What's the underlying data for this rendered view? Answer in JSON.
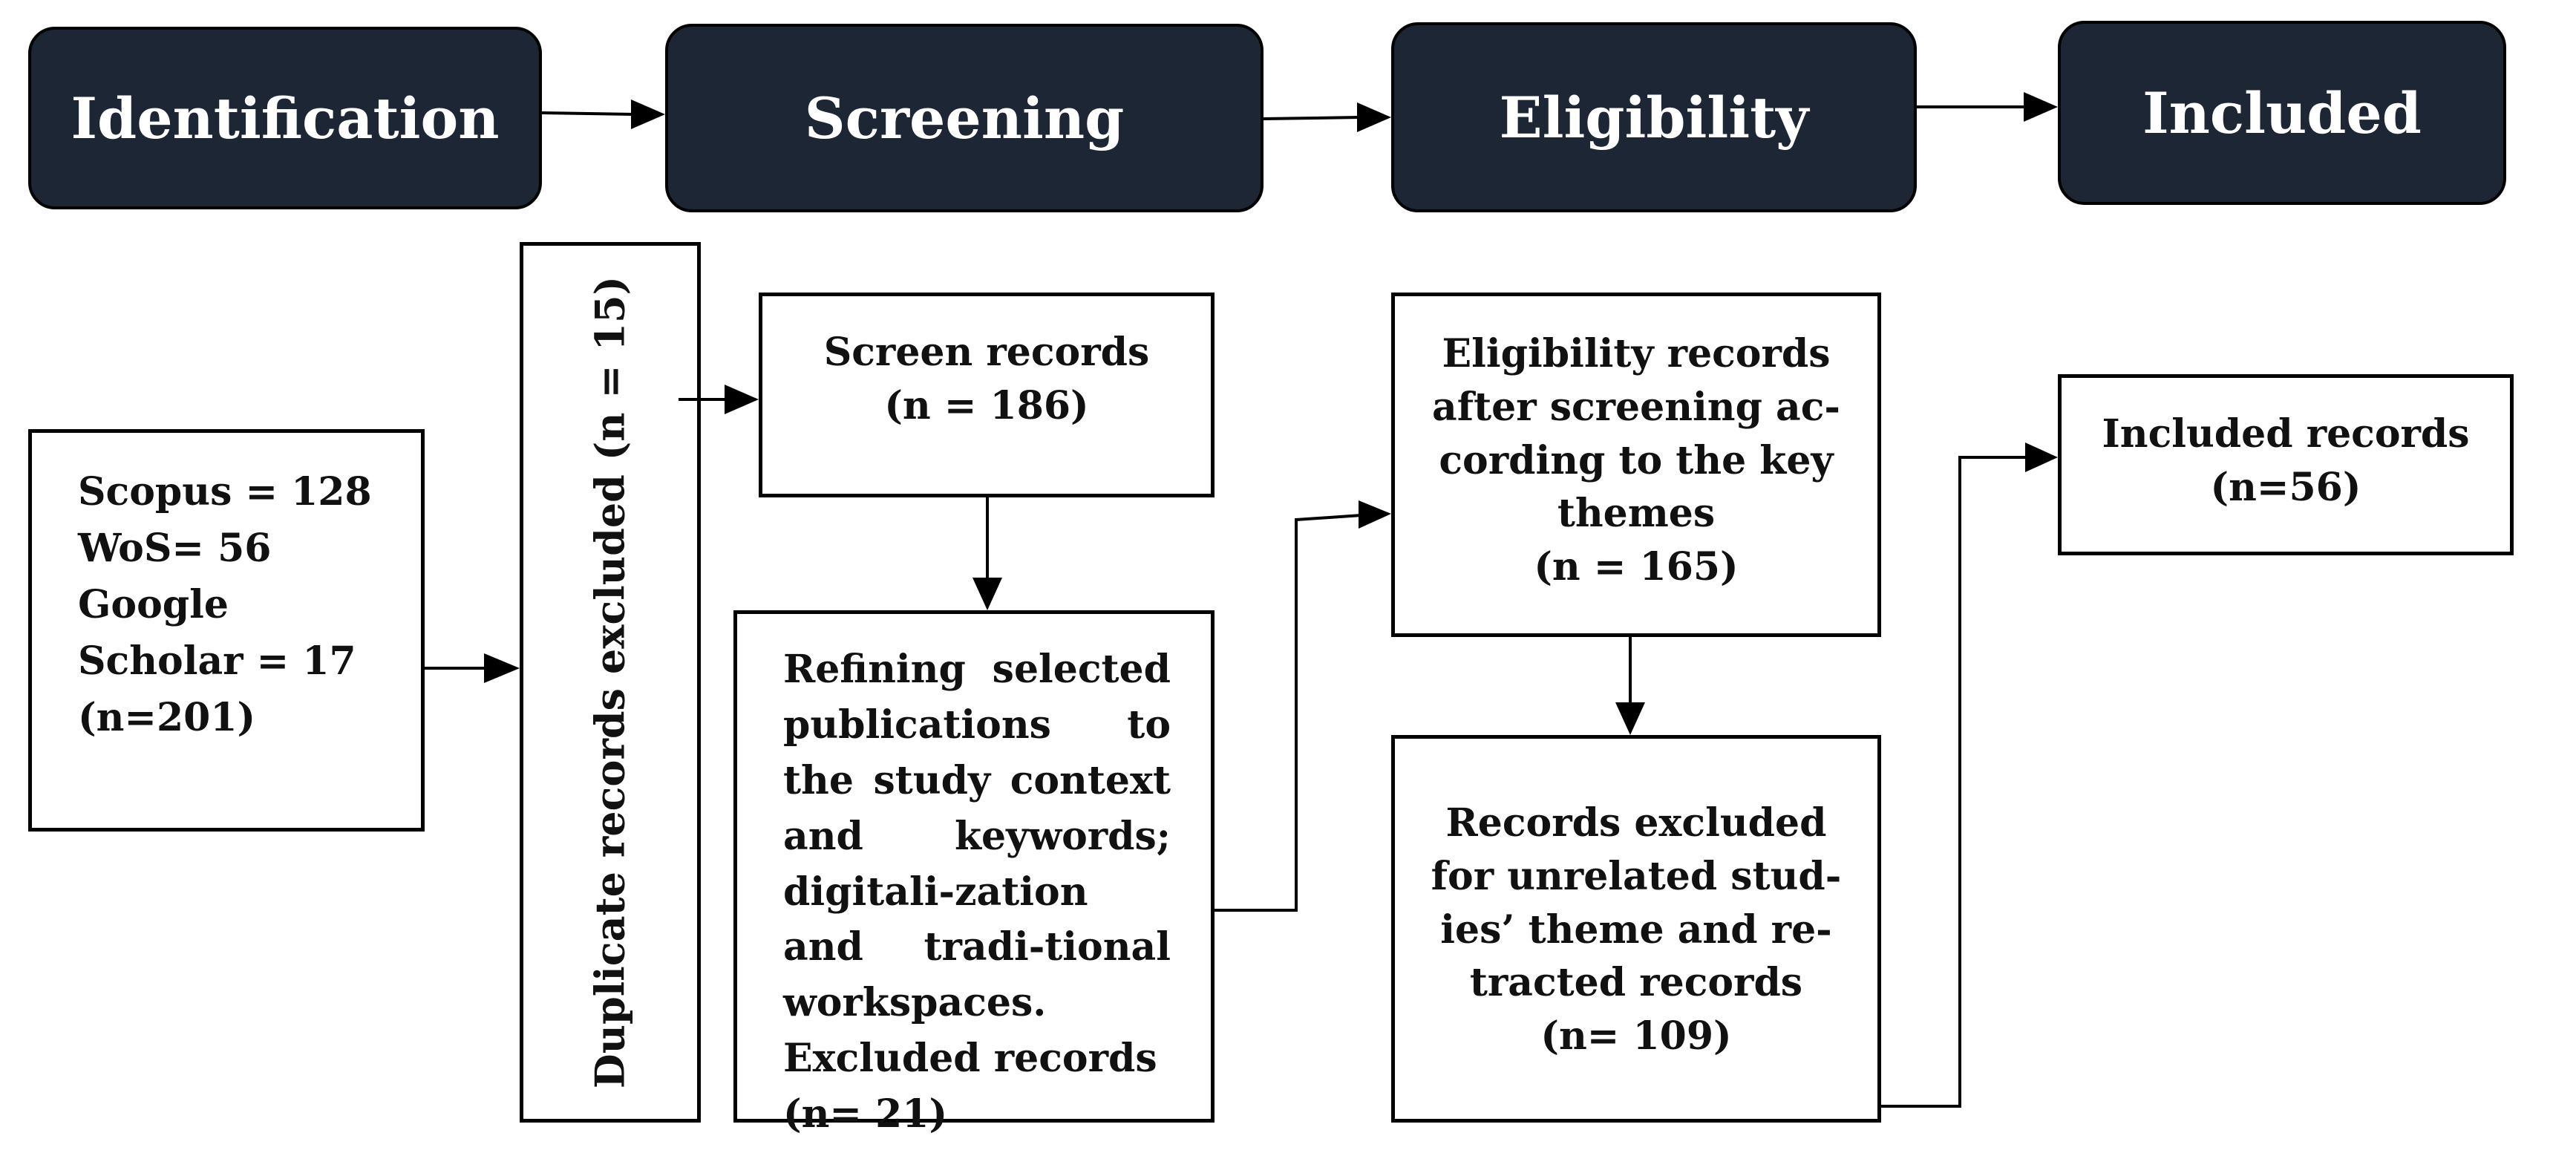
{
  "phases": {
    "identification": "Identification",
    "screening": "Screening",
    "eligibility": "Eligibility",
    "included": "Included"
  },
  "sources": {
    "line1": "Scopus = 128",
    "line2": "WoS= 56",
    "line3": "Google",
    "line4": "Scholar = 17",
    "line5": "(n=201)"
  },
  "duplicates": {
    "label": "Duplicate records excluded (n = 15)"
  },
  "screen_records": {
    "title": "Screen records",
    "count": "(n = 186)"
  },
  "refining": {
    "text": "Refining selected publications to the study context and keywords; digitali-zation and tradi-tional workspaces.",
    "excluded_label": "Excluded records",
    "count": "(n= 21)"
  },
  "eligibility_records": {
    "text": "Eligibility records\nafter screening ac-\ncording to the key\nthemes",
    "count": "(n = 165)"
  },
  "excluded_records": {
    "text": "Records excluded\nfor unrelated stud-\nies’ theme and re-\ntracted records",
    "count": "(n= 109)"
  },
  "included_records": {
    "title": "Included records",
    "count": "(n=56)"
  }
}
